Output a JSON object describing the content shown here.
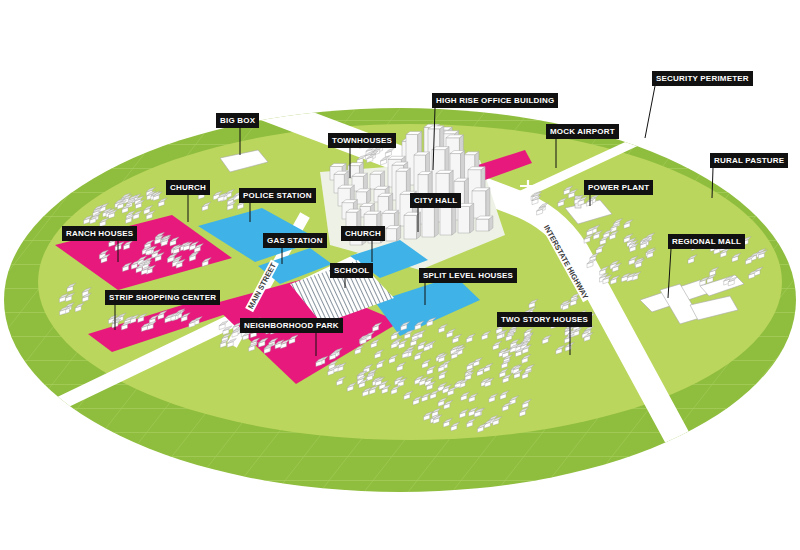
{
  "diagram": {
    "nodes": [
      {
        "text": [
          "SECURITY PERIMETER"
        ]
      },
      {
        "text": [
          "HIGH RISE OFFICE BUILDING"
        ]
      },
      {
        "text": [
          "BIG BOX"
        ]
      },
      {
        "text": [
          "MOCK AIRPORT"
        ]
      },
      {
        "text": [
          "TOWNHOUSES"
        ]
      },
      {
        "text": [
          "RURAL PASTURE"
        ]
      },
      {
        "text": [
          "CHURCH"
        ]
      },
      {
        "text": [
          "POWER PLANT"
        ]
      },
      {
        "text": [
          "POLICE STATION"
        ]
      },
      {
        "text": [
          "CITY HALL"
        ]
      },
      {
        "text": [
          "CHURCH"
        ]
      },
      {
        "text": [
          "RANCH HOUSES"
        ]
      },
      {
        "text": [
          "GAS STATION"
        ]
      },
      {
        "text": [
          "REGIONAL MALL"
        ]
      },
      {
        "text": [
          "SCHOOL"
        ]
      },
      {
        "text": [
          "SPLIT LEVEL HOUSES"
        ]
      },
      {
        "text": [
          "STRIP SHOPPING CENTER"
        ]
      },
      {
        "text": [
          "TWO STORY HOUSES"
        ]
      },
      {
        "text": [
          "NEIGHBORHOOD PARK"
        ]
      }
    ],
    "labels": [
      "MAIN STREET",
      "INTERSTATE HIGHWAY"
    ]
  }
}
